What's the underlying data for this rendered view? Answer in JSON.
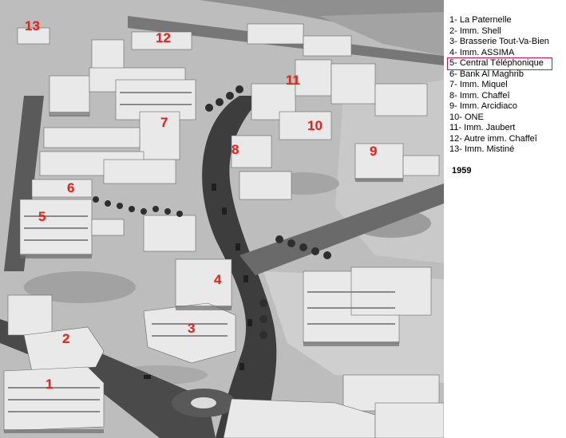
{
  "photo": {
    "markers": [
      {
        "label": "1"
      },
      {
        "label": "2"
      },
      {
        "label": "3"
      },
      {
        "label": "4"
      },
      {
        "label": "5"
      },
      {
        "label": "6"
      },
      {
        "label": "7"
      },
      {
        "label": "8"
      },
      {
        "label": "9"
      },
      {
        "label": "10"
      },
      {
        "label": "11"
      },
      {
        "label": "12"
      },
      {
        "label": "13"
      }
    ],
    "marker_color": "#e8231c"
  },
  "legend": {
    "items": [
      "1- La Paternelle",
      "2- Imm. Shell",
      "3- Brasserie Tout-Va-Bien",
      "4- Imm. ASSIMA",
      "5- Central Téléphonique",
      "6- Bank Al Maghrib",
      "7- Imm. Miquel",
      "8- Imm. Chaffeî",
      "9- Imm. Arcidiaco",
      "10- ONE",
      "11- Imm. Jaubert",
      "12- Autre imm. Chaffeî",
      "13- Imm. Mistiné"
    ],
    "highlight_color": "#c0185c",
    "year": "1959"
  }
}
